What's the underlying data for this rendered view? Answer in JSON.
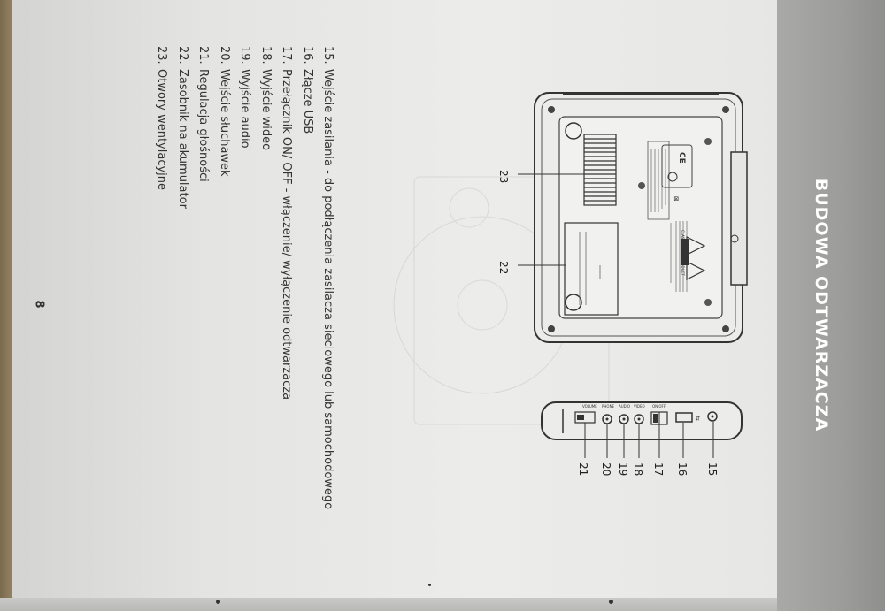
{
  "header": {
    "title": "BUDOWA ODTWARZACZA"
  },
  "list": {
    "items": [
      {
        "num": "15.",
        "label": "Wejście zasilania - do podłączenia zasilacza sieciowego lub samochodowego"
      },
      {
        "num": "16.",
        "label": "Złącze USB"
      },
      {
        "num": "17.",
        "label": "Przełącznik ON/ OFF - włączenie/ wyłączenie odtwarzacza"
      },
      {
        "num": "18.",
        "label": "Wyjście wideo"
      },
      {
        "num": "19.",
        "label": "Wyjście audio"
      },
      {
        "num": "20.",
        "label": "Wejście słuchawek"
      },
      {
        "num": "21.",
        "label": "Regulacja głośności"
      },
      {
        "num": "22.",
        "label": "Zasobnik na akumulator"
      },
      {
        "num": "23.",
        "label": "Otwory wentylacyjne"
      }
    ]
  },
  "diagram": {
    "callouts": [
      "15",
      "16",
      "17",
      "18",
      "19",
      "20",
      "21",
      "22",
      "23"
    ],
    "side_panel_labels": [
      "VOLUME",
      "PHONE",
      "AUDIO",
      "VIDEO",
      "ON OFF"
    ],
    "device_label": "CLASS 1 LASER PRODUCT"
  },
  "footer": {
    "page_number": "8"
  }
}
